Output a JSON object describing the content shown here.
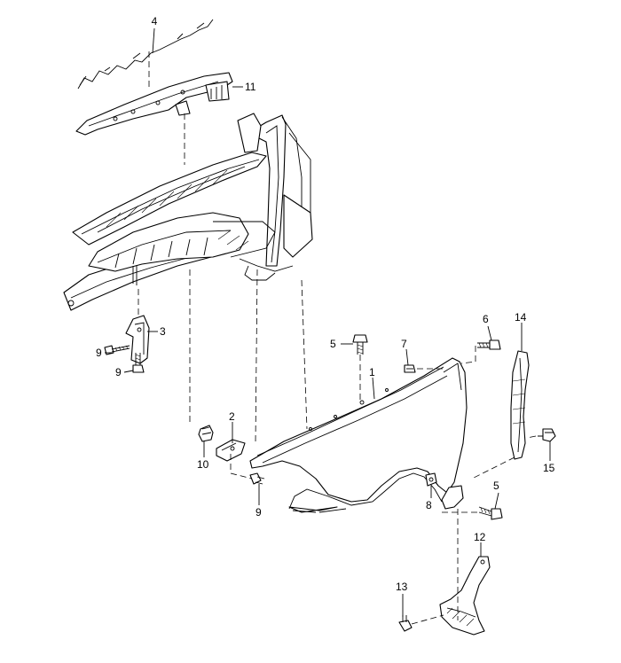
{
  "callouts": {
    "c1": "1",
    "c2": "2",
    "c3": "3",
    "c4": "4",
    "c5a": "5",
    "c5b": "5",
    "c6": "6",
    "c7": "7",
    "c8": "8",
    "c9a": "9",
    "c9b": "9",
    "c9c": "9",
    "c10": "10",
    "c11": "11",
    "c12": "12",
    "c13": "13",
    "c14": "14",
    "c15": "15"
  }
}
